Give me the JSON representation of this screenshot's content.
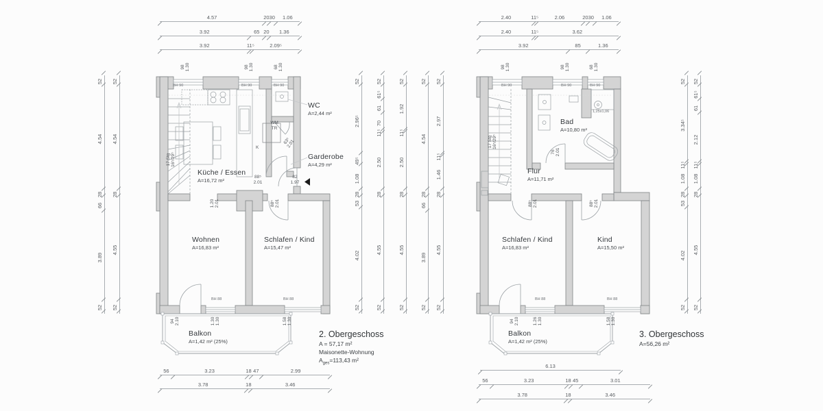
{
  "colors": {
    "background": "#fcfcfc",
    "wall_fill": "#d4d4d4",
    "wall_stroke": "#7e8285",
    "line": "#9aa0a4",
    "dim_text": "#595d61"
  },
  "left_plan": {
    "title": "2. Obergeschoss",
    "area_total": "A = 57,17 m²",
    "unit_type": "Maisonette-Wohnung",
    "ages_prefix": "A",
    "ages_sub": "ges",
    "ages_value": "=113,43 m²",
    "rooms": {
      "kueche": {
        "name": "Küche / Essen",
        "area": "A=16,72 m²"
      },
      "wc": {
        "name": "WC",
        "area": "A=2,44 m²"
      },
      "garderobe": {
        "name": "Garderobe",
        "area": "A=4,29 m²"
      },
      "wohnen": {
        "name": "Wohnen",
        "area": "A=16,83 m²"
      },
      "schlafen": {
        "name": "Schlafen / Kind",
        "area": "A=15,47 m²"
      },
      "balkon": {
        "name": "Balkon",
        "area": "A=1,42 m² (25%)"
      }
    },
    "labels": {
      "wm": "WM",
      "tr": "TR",
      "k": "K",
      "stairs_line1": "17 Stg",
      "stairs_line2": "16⁵/29⁵",
      "bh90": "BH 90",
      "bh88": "BH 88"
    },
    "openings": {
      "window1": {
        "a": "98",
        "b": "1.30"
      },
      "window2": {
        "a": "98",
        "b": "1.30"
      },
      "window3": {
        "a": "68",
        "b": "1.30"
      },
      "door_kitchen": {
        "a": "88⁵",
        "b": "2.01"
      },
      "door_entry": {
        "a": "82",
        "b": "1.97"
      },
      "door_wc": {
        "a": "63⁵",
        "b": "2.01"
      },
      "passage_wohnen": {
        "a": "1.20",
        "b": "2.01"
      },
      "door_schlafen": {
        "a": "88⁵",
        "b": "2.01"
      },
      "balcony_door": {
        "a": "94",
        "b": "2.10"
      },
      "balcony_window1": {
        "a": "1.30",
        "b": "1.30"
      },
      "balcony_window2": {
        "a": "1.58",
        "b": "1.30"
      }
    }
  },
  "right_plan": {
    "title": "3. Obergeschoss",
    "area_total": "A=56,26 m²",
    "rooms": {
      "bad": {
        "name": "Bad",
        "area": "A=10,80 m²"
      },
      "flur": {
        "name": "Flur",
        "area": "A=11,71 m²"
      },
      "schlafen": {
        "name": "Schlafen / Kind",
        "area": "A=16,83 m²"
      },
      "kind": {
        "name": "Kind",
        "area": "A=15,50 m²"
      },
      "balkon": {
        "name": "Balkon",
        "area": "A=1,42 m² (25%)"
      }
    },
    "labels": {
      "stairs_line1": "17 Stg",
      "stairs_line2": "16⁵/29⁵",
      "bh90": "BH 90",
      "bh88": "BH 88",
      "shower_size": "1,25x1,06"
    },
    "openings": {
      "window1": {
        "a": "98",
        "b": "1.30"
      },
      "window2": {
        "a": "98",
        "b": "1.30"
      },
      "window3": {
        "a": "68",
        "b": "1.30"
      },
      "door_bad": {
        "a": "76",
        "b": "2.01"
      },
      "door_schlafen": {
        "a": "88⁵",
        "b": "2.01"
      },
      "door_kind": {
        "a": "88⁵",
        "b": "2.01"
      },
      "balcony_door": {
        "a": "94",
        "b": "2.10"
      },
      "balcony_window1": {
        "a": "1.26",
        "b": "1.30"
      },
      "balcony_window2": {
        "a": "1.58",
        "b": "1.30"
      }
    }
  },
  "dim_chains": {
    "lt1": {
      "values": [
        "4.57",
        "20",
        "30",
        "1.06"
      ]
    },
    "lt2": {
      "values": [
        "3.92",
        "65",
        "20",
        "1.36"
      ]
    },
    "lt3": {
      "values": [
        "3.92",
        "11⁵",
        "2.09⁵"
      ]
    },
    "rt1": {
      "values": [
        "2.40",
        "11⁵",
        "2.06",
        "20",
        "30",
        "1.06"
      ]
    },
    "rt2": {
      "values": [
        "2.40",
        "11⁵",
        "3.62"
      ]
    },
    "rt3": {
      "values": [
        "3.92",
        "85",
        "1.36"
      ]
    },
    "lb1": {
      "values": [
        "56",
        "3.23",
        "18",
        "47",
        "2.99"
      ]
    },
    "lb2": {
      "values": [
        "3.78",
        "18",
        "3.46"
      ]
    },
    "rb0": {
      "values": [
        "6.13"
      ]
    },
    "rb1": {
      "values": [
        "56",
        "3.23",
        "18",
        "45",
        "3.01"
      ]
    },
    "rb2": {
      "values": [
        "3.78",
        "18",
        "3.46"
      ]
    },
    "lv1": {
      "values": [
        "52",
        "4.54",
        "28",
        "66",
        "3.89",
        "52"
      ]
    },
    "lv2": {
      "values": [
        "52",
        "4.54",
        "28",
        "4.55",
        "52"
      ]
    },
    "mv1": {
      "values": [
        "52",
        "2.96⁵",
        "49⁵",
        "1.08",
        "28",
        "53",
        "4.02",
        "52"
      ]
    },
    "mv2": {
      "values": [
        "52",
        "61⁵",
        "61",
        "70",
        "11⁵",
        "2.50",
        "28",
        "4.55",
        "52"
      ]
    },
    "mv3": {
      "values": [
        "52",
        "1.92",
        "11⁵",
        "2.50",
        "28",
        "4.55",
        "52"
      ]
    },
    "rv1": {
      "values": [
        "52",
        "4.54",
        "28",
        "66",
        "3.89",
        "52"
      ]
    },
    "rv2": {
      "values": [
        "52",
        "2.97",
        "11⁵",
        "1.46",
        "28",
        "4.55",
        "52"
      ]
    },
    "rv3": {
      "values": [
        "52",
        "3.34⁵",
        "11⁵",
        "1.08",
        "28",
        "53",
        "4.02",
        "52"
      ]
    },
    "rv4": {
      "values": [
        "52",
        "61⁵",
        "61",
        "2.12",
        "11⁵",
        "1.08",
        "28",
        "4.55",
        "52"
      ]
    }
  }
}
